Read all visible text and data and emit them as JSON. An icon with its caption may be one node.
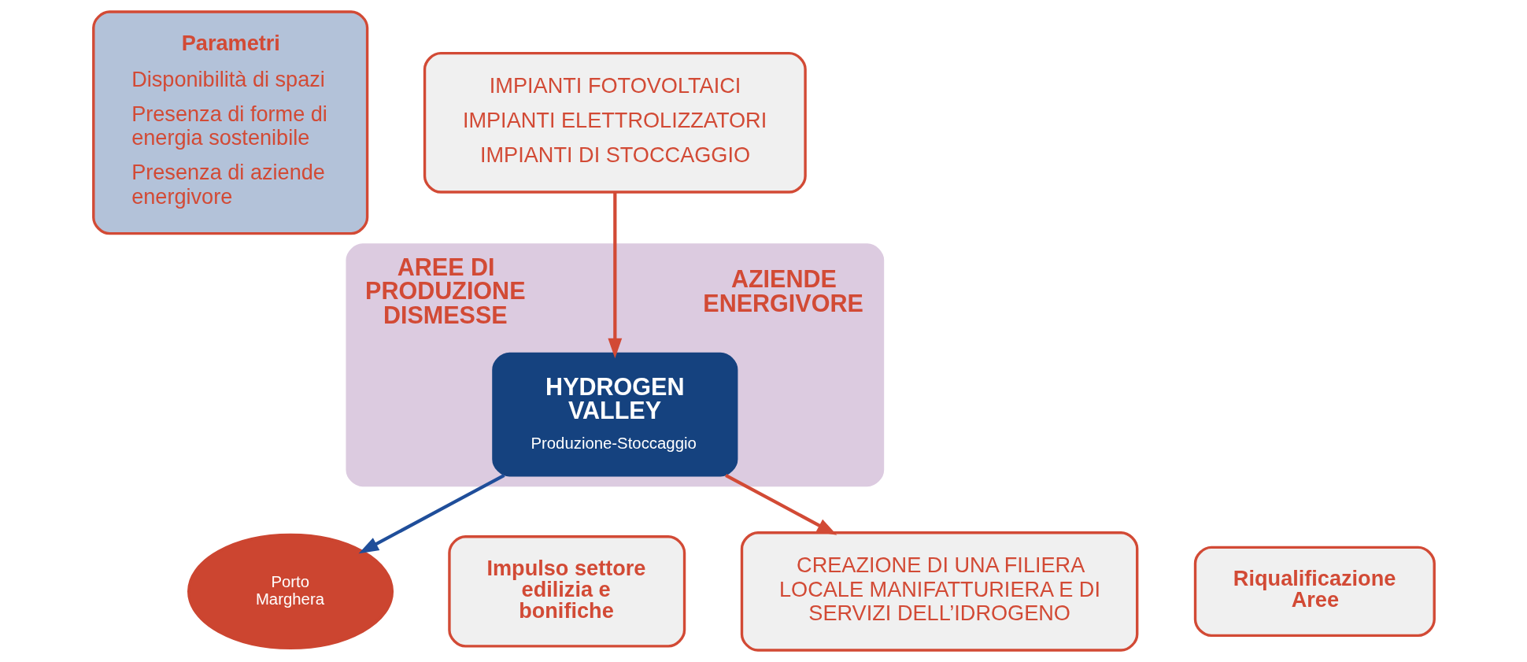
{
  "diagram": {
    "nodes": [
      {
        "text": [
          "Parametri",
          "Disponibilità di spazi",
          "Presenza di forme di energia sostenibile",
          "Presenza di aziende energivore"
        ]
      },
      {
        "text": [
          "IMPIANTI FOTOVOLTAICI",
          "IMPIANTI ELETTROLIZZATORI",
          "IMPIANTI DI STOCCAGGIO"
        ]
      },
      {
        "text": [
          "AREE DI PRODUZIONE DISMESSE",
          "AZIENDE ENERGIVORE"
        ]
      },
      {
        "text": [
          "HYDROGEN VALLEY",
          "Produzione-Stoccaggio"
        ],
        "in": 2
      },
      {
        "text": [
          "Porto Marghera"
        ]
      },
      {
        "text": [
          "Impulso settore edilizia e bonifiche"
        ]
      },
      {
        "text": [
          "CREAZIONE DI UNA FILIERA LOCALE MANIFATTURIERA E DI SERVIZI DELL’IDROGENO"
        ]
      },
      {
        "text": [
          "Riqualificazione Aree"
        ]
      }
    ],
    "edges": [
      {
        "from": 1,
        "to": 3,
        "arrow": "to"
      },
      {
        "from": 3,
        "to": 6,
        "arrow": "to"
      },
      {
        "from": 3,
        "to": 4,
        "arrow": "to",
        "color": "#1f4e9a"
      }
    ]
  }
}
